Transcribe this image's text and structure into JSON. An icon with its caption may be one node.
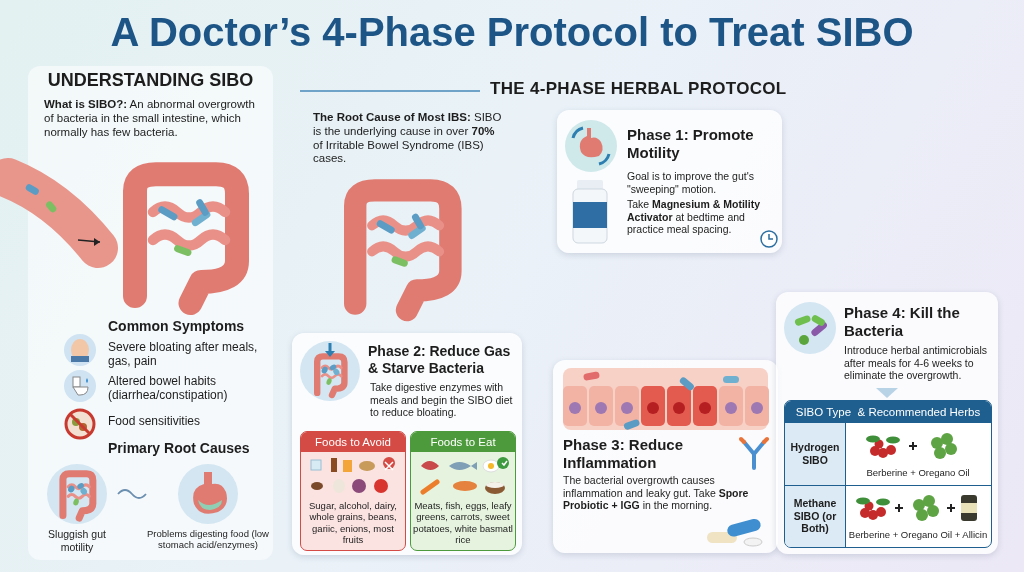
{
  "diagram": {
    "title": "A Doctor’s 4-Phase Protocol to Treat SIBO",
    "nodes": [
      {
        "text": [
          "UNDERSTANDING SIBO",
          "**What is SIBO?:** An abnormal overgrowth of bacteria in the small intestine, which normally has few bacteria.",
          "Common Symptoms",
          "Severe bloating after meals, gas, pain",
          "Altered bowel habits (diarrhea/constipation)",
          "Food sensitivities",
          "Primary Root Causes"
        ]
      },
      {
        "text": [
          "Sluggish gut motility"
        ],
        "in": 0
      },
      {
        "text": [
          "Problems digesting food (low stomach acid/enzymes)"
        ],
        "in": 0
      },
      {
        "text": [
          "Phase 1: Promote Motility",
          "Goal is to improve the gut's \"sweeping\" motion.",
          "Take **Magnesium & Motility Activator** at bedtime and practice meal spacing."
        ]
      },
      {
        "text": [
          "Phase 2: Reduce Gas & Starve Bacteria",
          "Take digestive enzymes with meals and begin the SIBO diet to reduce bloating."
        ]
      },
      {
        "text": [
          "Foods to Avoid",
          "Sugar, alcohol, dairy, whole grains, beans, gariic, enions, most fruits"
        ],
        "in": 4
      },
      {
        "text": [
          "Foods to Eat",
          "Meats, fish, eggs, leafy greens, carrots, sweet potatoes, white basmatl rice"
        ],
        "in": 4
      },
      {
        "text": [
          "Phase 3: Reduce Inflammation",
          "The bacterial overgrowth causes inflammation and leaky gut. Take **Spore Probiotic + IGG** in the morning."
        ]
      },
      {
        "text": [
          "Phase 4: Kill the Bacteria",
          "Introduce herbal antimicrobials after meals for 4-6 weeks to eliminate the overgrowth."
        ]
      },
      {
        "text": [
          "SIBO Type  & Recommended Herbs"
        ],
        "in": 8
      }
    ],
    "edges": [
      {
        "from": 1,
        "to": 2,
        "arrow": "none"
      }
    ],
    "labels": [
      "THE 4-PHASE HERBAL PROTOCOL",
      "**The Root Cause of Most IBS:** SIBO is the underlying cause in over **70%** of Irritable Bowel Syndrome (IBS) cases.",
      "Hydrogen SIBO",
      "Berberine + Oregano Oil",
      "Methane SIBO (or Both)",
      "Berberine + Oregano Oil + Allicin"
    ]
  }
}
